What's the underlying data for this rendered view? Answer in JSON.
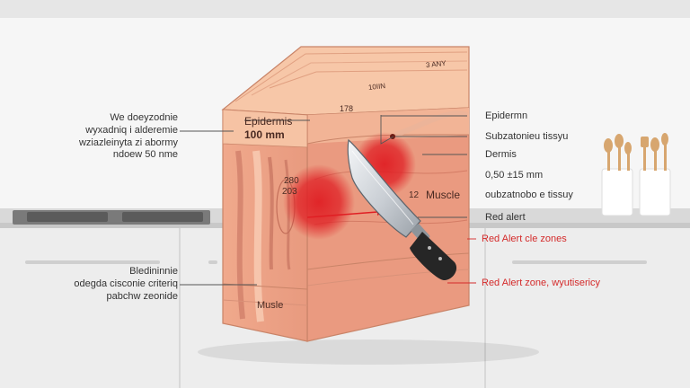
{
  "diagram": {
    "left_notes": {
      "top": [
        "We doeyzodnie",
        "wyxadniq i alderemie",
        "wziazleinyta zi abormy",
        "ndoew 50 nme"
      ],
      "bottom": [
        "Bledininnie",
        "odegda cisconie criteriq",
        "pabchw zeonide"
      ]
    },
    "tissue_labels": {
      "epidermis": "Epidermis",
      "thickness": "100 mm",
      "top_small_1": "3 ANY",
      "top_small_2": "10IIN",
      "top_small_3": "178",
      "num_1": "280",
      "num_2": "203",
      "muscle_mid_num": "12",
      "muscle_mid": "Muscle",
      "muscle_bottom": "Musle"
    },
    "right_labels": [
      "Epidermn",
      "Subzatonieu tissyu",
      "Dermis",
      "0,50 ±15 mm",
      "oubzatnobo e tissuy",
      "Red alert"
    ],
    "red_labels": [
      "Red Alert cle zones",
      "Red Alert zone, wyutisericy"
    ],
    "colors": {
      "epidermis": "#f3b998",
      "dermis": "#e38a73",
      "muscle": "#ee9e82",
      "alert": "#e01f24",
      "label_red": "#d42a2a"
    }
  }
}
